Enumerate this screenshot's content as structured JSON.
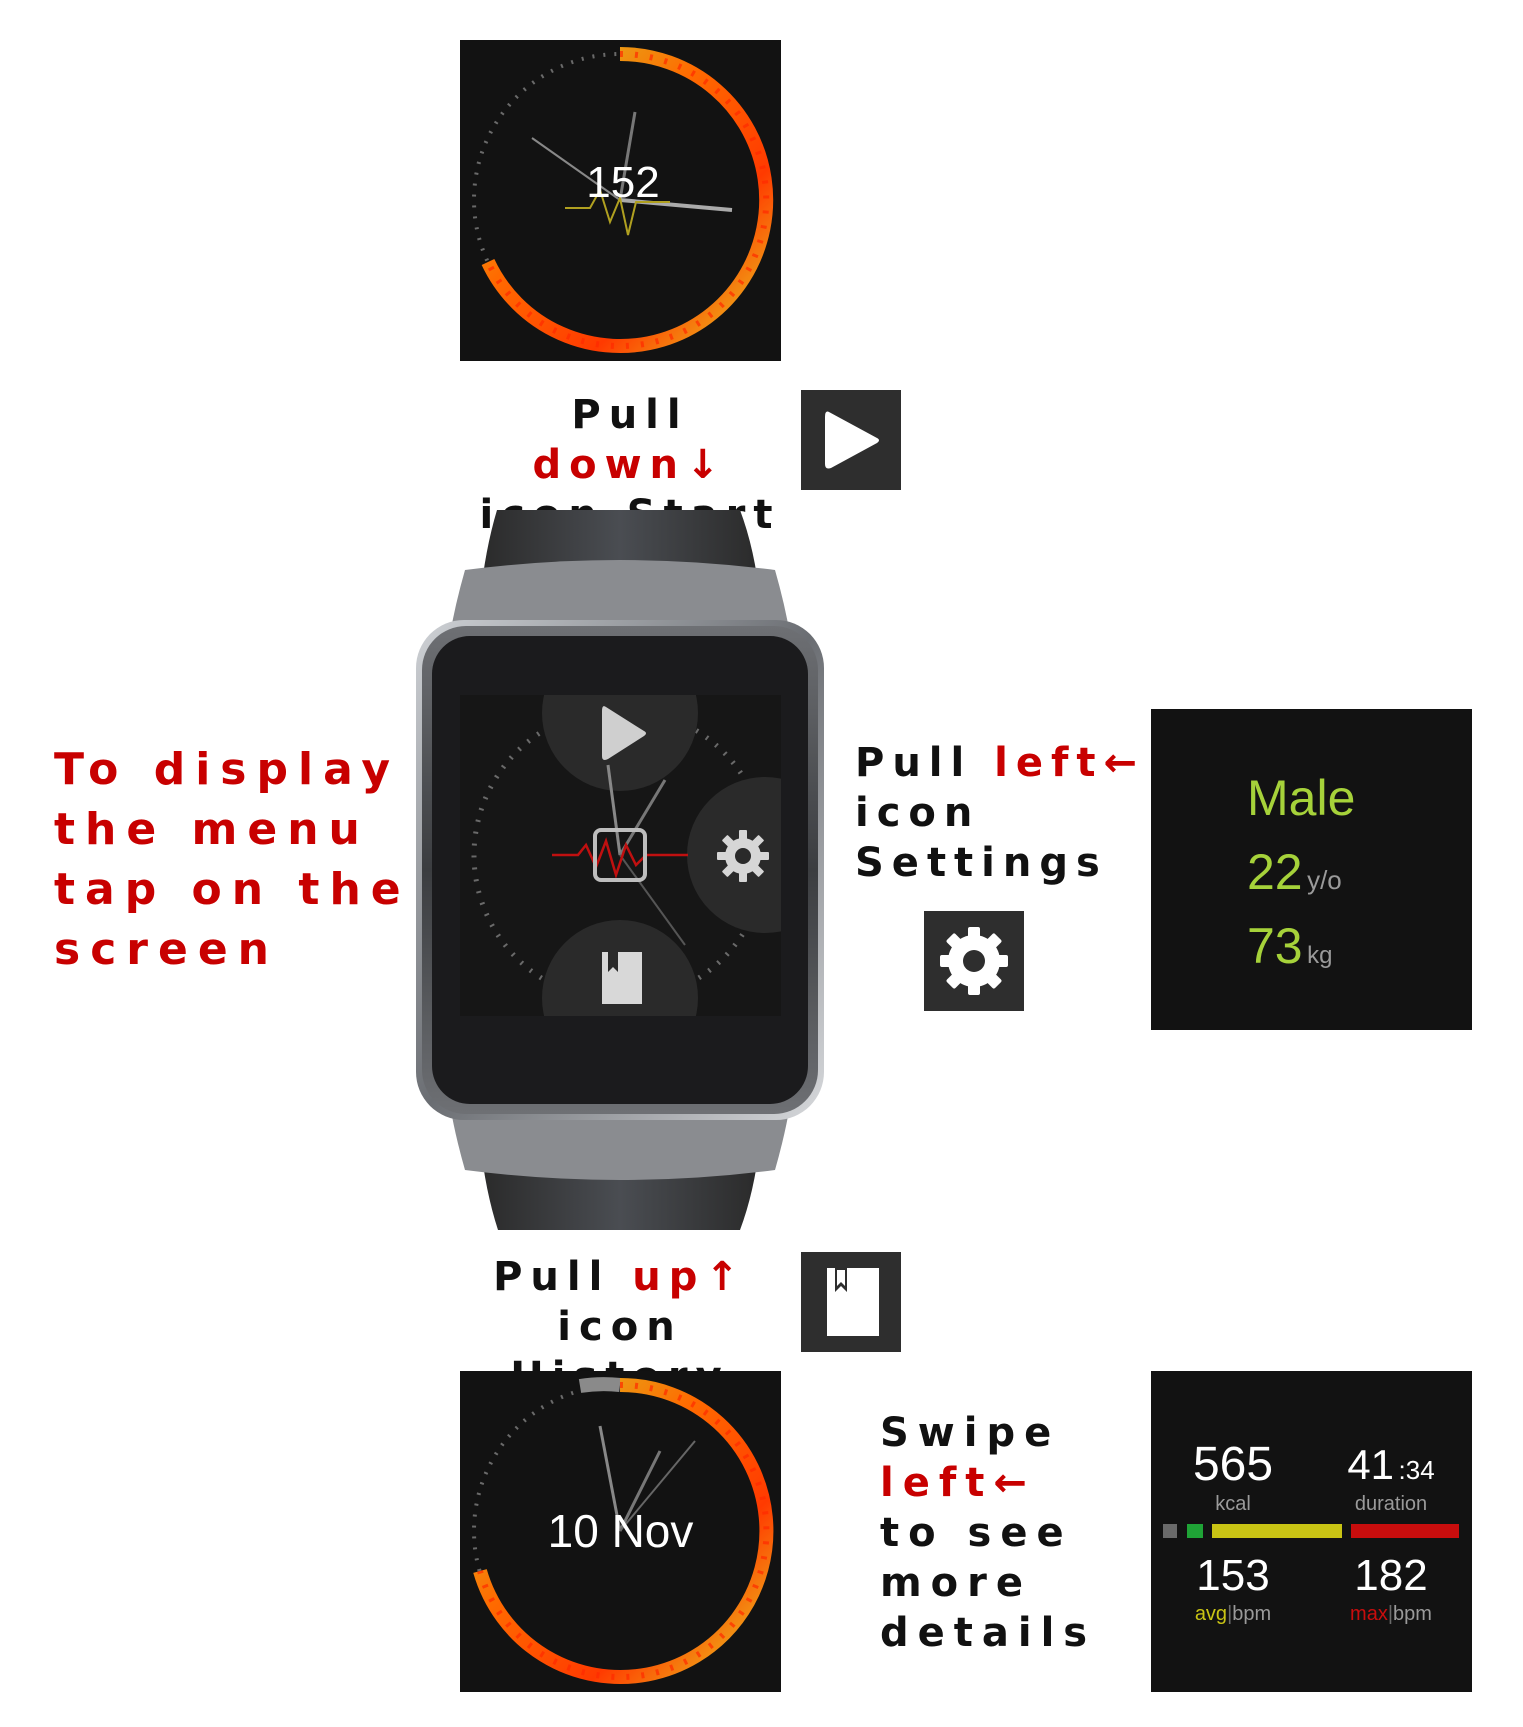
{
  "colors": {
    "accent_red": "#c80000",
    "lime": "#a6d23a",
    "screen_bg": "#121212",
    "icon_bg": "#2e2e2e"
  },
  "top_screen": {
    "bpm_value": "152"
  },
  "pull_down": {
    "word1": "Pull",
    "word2": "down",
    "arrow": "↓",
    "line2": "icon Start",
    "icon": "play-icon"
  },
  "tap_hint": {
    "lines": [
      "To display",
      "the menu",
      "tap on the",
      "screen"
    ]
  },
  "pull_left": {
    "word1": "Pull",
    "word2": "left",
    "arrow": "←",
    "line2": "icon",
    "line3": "Settings",
    "icon": "gear-icon"
  },
  "profile_screen": {
    "gender": "Male",
    "age": "22",
    "age_unit": "y/o",
    "weight": "73",
    "weight_unit": "kg"
  },
  "pull_up": {
    "word1": "Pull",
    "word2": "up",
    "arrow": "↑",
    "line2": "icon History",
    "icon": "bookmark-icon"
  },
  "history_screen": {
    "date": "10 Nov"
  },
  "swipe_hint": {
    "line1": "Swipe",
    "line2_red": "left",
    "arrow": "←",
    "line3": "to see",
    "line4": "more",
    "line5": "details"
  },
  "details_screen": {
    "kcal_value": "565",
    "kcal_label": "kcal",
    "duration_min": "41",
    "duration_sep": ":",
    "duration_sec": "34",
    "duration_label": "duration",
    "avg_value": "153",
    "avg_label": "avg",
    "avg_sep": "|",
    "avg_unit": "bpm",
    "max_value": "182",
    "max_label": "max",
    "max_sep": "|",
    "max_unit": "bpm"
  }
}
